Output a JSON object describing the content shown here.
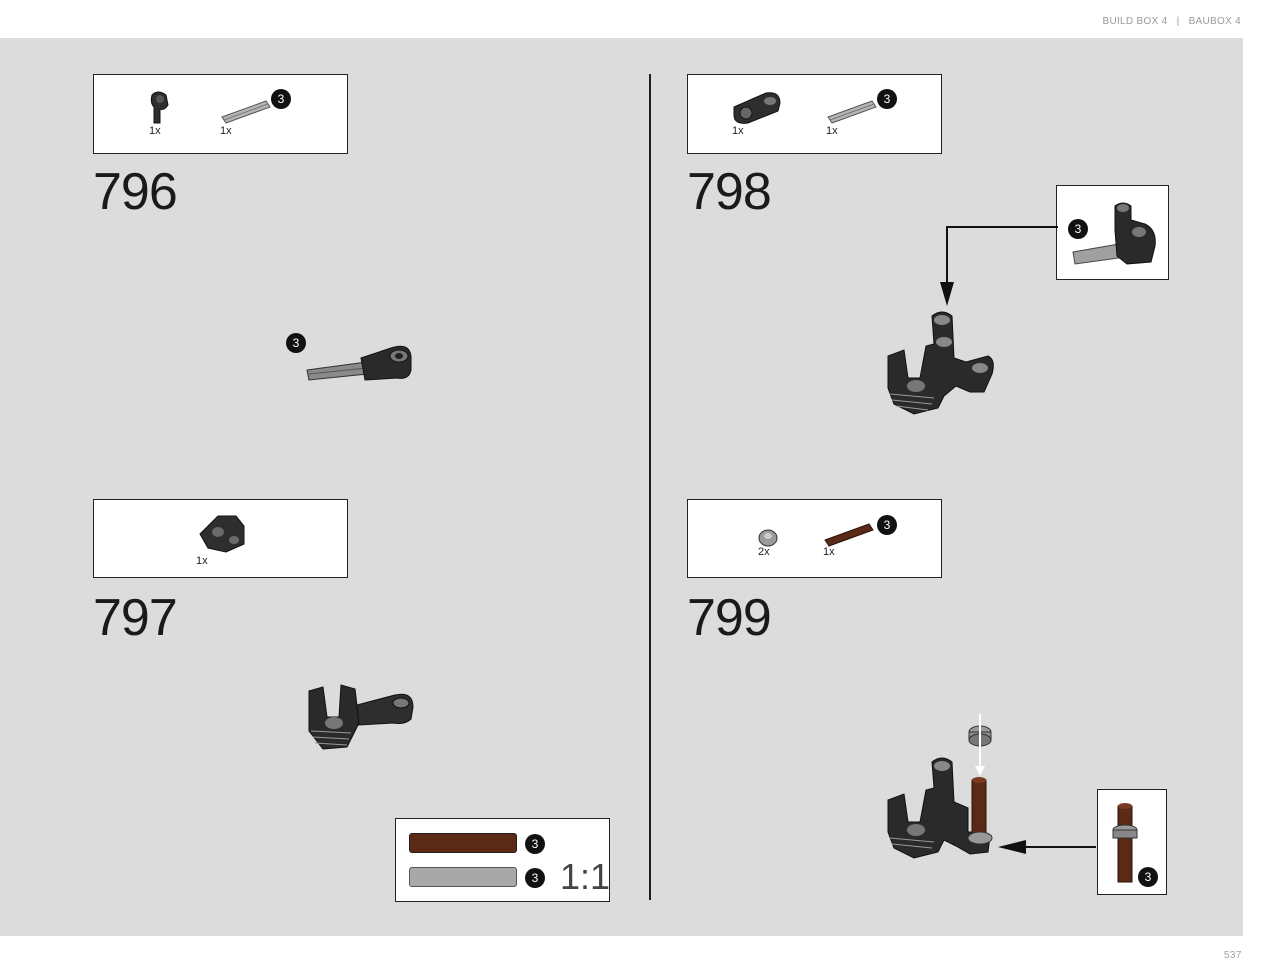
{
  "header": {
    "left": "BUILD BOX 4",
    "separator": "|",
    "right": "BAUBOX 4"
  },
  "page_number": "537",
  "steps": [
    {
      "number": "796",
      "parts": [
        {
          "qty": "1x",
          "icon": "axle-pin-connector"
        },
        {
          "qty": "1x",
          "icon": "axle-length-3",
          "badge": "3"
        }
      ],
      "callout_badge": "3"
    },
    {
      "number": "797",
      "parts": [
        {
          "qty": "1x",
          "icon": "double-beam-connector"
        }
      ]
    },
    {
      "number": "798",
      "parts": [
        {
          "qty": "1x",
          "icon": "perpendicular-connector"
        },
        {
          "qty": "1x",
          "icon": "axle-length-3",
          "badge": "3"
        }
      ],
      "callout_badge": "3"
    },
    {
      "number": "799",
      "parts": [
        {
          "qty": "2x",
          "icon": "bush"
        },
        {
          "qty": "1x",
          "icon": "brown-axle-length-3",
          "badge": "3"
        }
      ],
      "callout_badge": "3"
    }
  ],
  "scale_ref": {
    "label": "1:1",
    "items": [
      {
        "badge": "3",
        "color": "#5b2a17"
      },
      {
        "badge": "3",
        "color": "#a8a8a8"
      }
    ]
  }
}
